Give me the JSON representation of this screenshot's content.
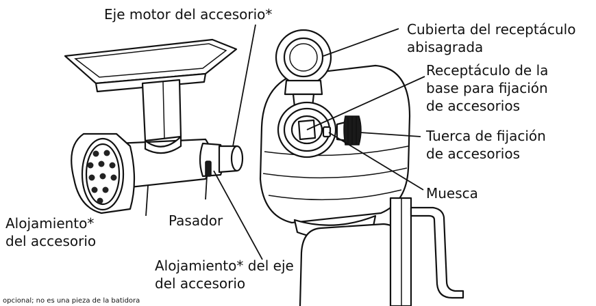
{
  "labels": {
    "motor_shaft": "Eje motor del accesorio*",
    "hinged_cover_line1": "Cubierta del receptáculo",
    "hinged_cover_line2": "abisagrada",
    "hub_line1": "Receptáculo de la",
    "hub_line2": "base para fijación",
    "hub_line3": "de accesorios",
    "knob_line1": "Tuerca de fijación",
    "knob_line2": "de accesorios",
    "notch": "Muesca",
    "housing_line1": "Alojamiento*",
    "housing_line2": "del accesorio",
    "pin": "Pasador",
    "shaft_housing_line1": "Alojamiento* del eje",
    "shaft_housing_line2": "del accesorio"
  },
  "footnote": "opcional; no es una pieza de la batidora"
}
